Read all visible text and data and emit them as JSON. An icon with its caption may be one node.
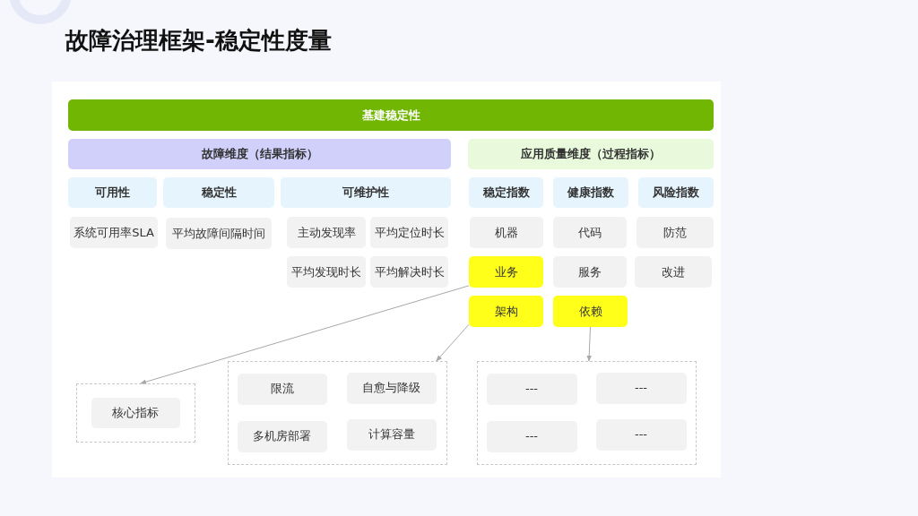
{
  "diagram": {
    "title": "故障治理框架-稳定性度量",
    "nodes": [
      {
        "text": [
          "基建稳定性"
        ]
      },
      {
        "text": [
          "故障维度（结果指标）"
        ]
      },
      {
        "text": [
          "应用质量维度（过程指标）"
        ]
      },
      {
        "text": [
          "可用性"
        ]
      },
      {
        "text": [
          "稳定性"
        ]
      },
      {
        "text": [
          "可维护性"
        ]
      },
      {
        "text": [
          "稳定指数"
        ]
      },
      {
        "text": [
          "健康指数"
        ]
      },
      {
        "text": [
          "风险指数"
        ]
      },
      {
        "text": [
          "系统可用率SLA"
        ]
      },
      {
        "text": [
          "平均故障间隔时间"
        ]
      },
      {
        "text": [
          "主动发现率"
        ]
      },
      {
        "text": [
          "平均定位时长"
        ]
      },
      {
        "text": [
          "平均发现时长"
        ]
      },
      {
        "text": [
          "平均解决时长"
        ]
      },
      {
        "text": [
          "机器"
        ]
      },
      {
        "text": [
          "代码"
        ]
      },
      {
        "text": [
          "防范"
        ]
      },
      {
        "text": [
          "业务"
        ]
      },
      {
        "text": [
          "服务"
        ]
      },
      {
        "text": [
          "改进"
        ]
      },
      {
        "text": [
          "架构"
        ]
      },
      {
        "text": [
          "依赖"
        ]
      },
      {
        "text": [],
        "shape": "box"
      },
      {
        "text": [
          "核心指标"
        ],
        "in": 23
      },
      {
        "text": [],
        "shape": "box"
      },
      {
        "text": [
          "限流"
        ],
        "in": 25
      },
      {
        "text": [
          "自愈与降级"
        ],
        "in": 25
      },
      {
        "text": [
          "多机房部署"
        ],
        "in": 25
      },
      {
        "text": [
          "计算容量"
        ],
        "in": 25
      },
      {
        "text": [],
        "shape": "box"
      },
      {
        "text": [
          "---"
        ],
        "in": 30
      },
      {
        "text": [
          "---"
        ],
        "in": 30
      },
      {
        "text": [
          "---"
        ],
        "in": 30
      },
      {
        "text": [
          "---"
        ],
        "in": 30
      }
    ],
    "edges": [
      {
        "from": 18,
        "to": 23,
        "arrow": "to"
      },
      {
        "from": 21,
        "to": 25,
        "arrow": "to"
      },
      {
        "from": 22,
        "to": 30,
        "arrow": "to"
      }
    ]
  }
}
